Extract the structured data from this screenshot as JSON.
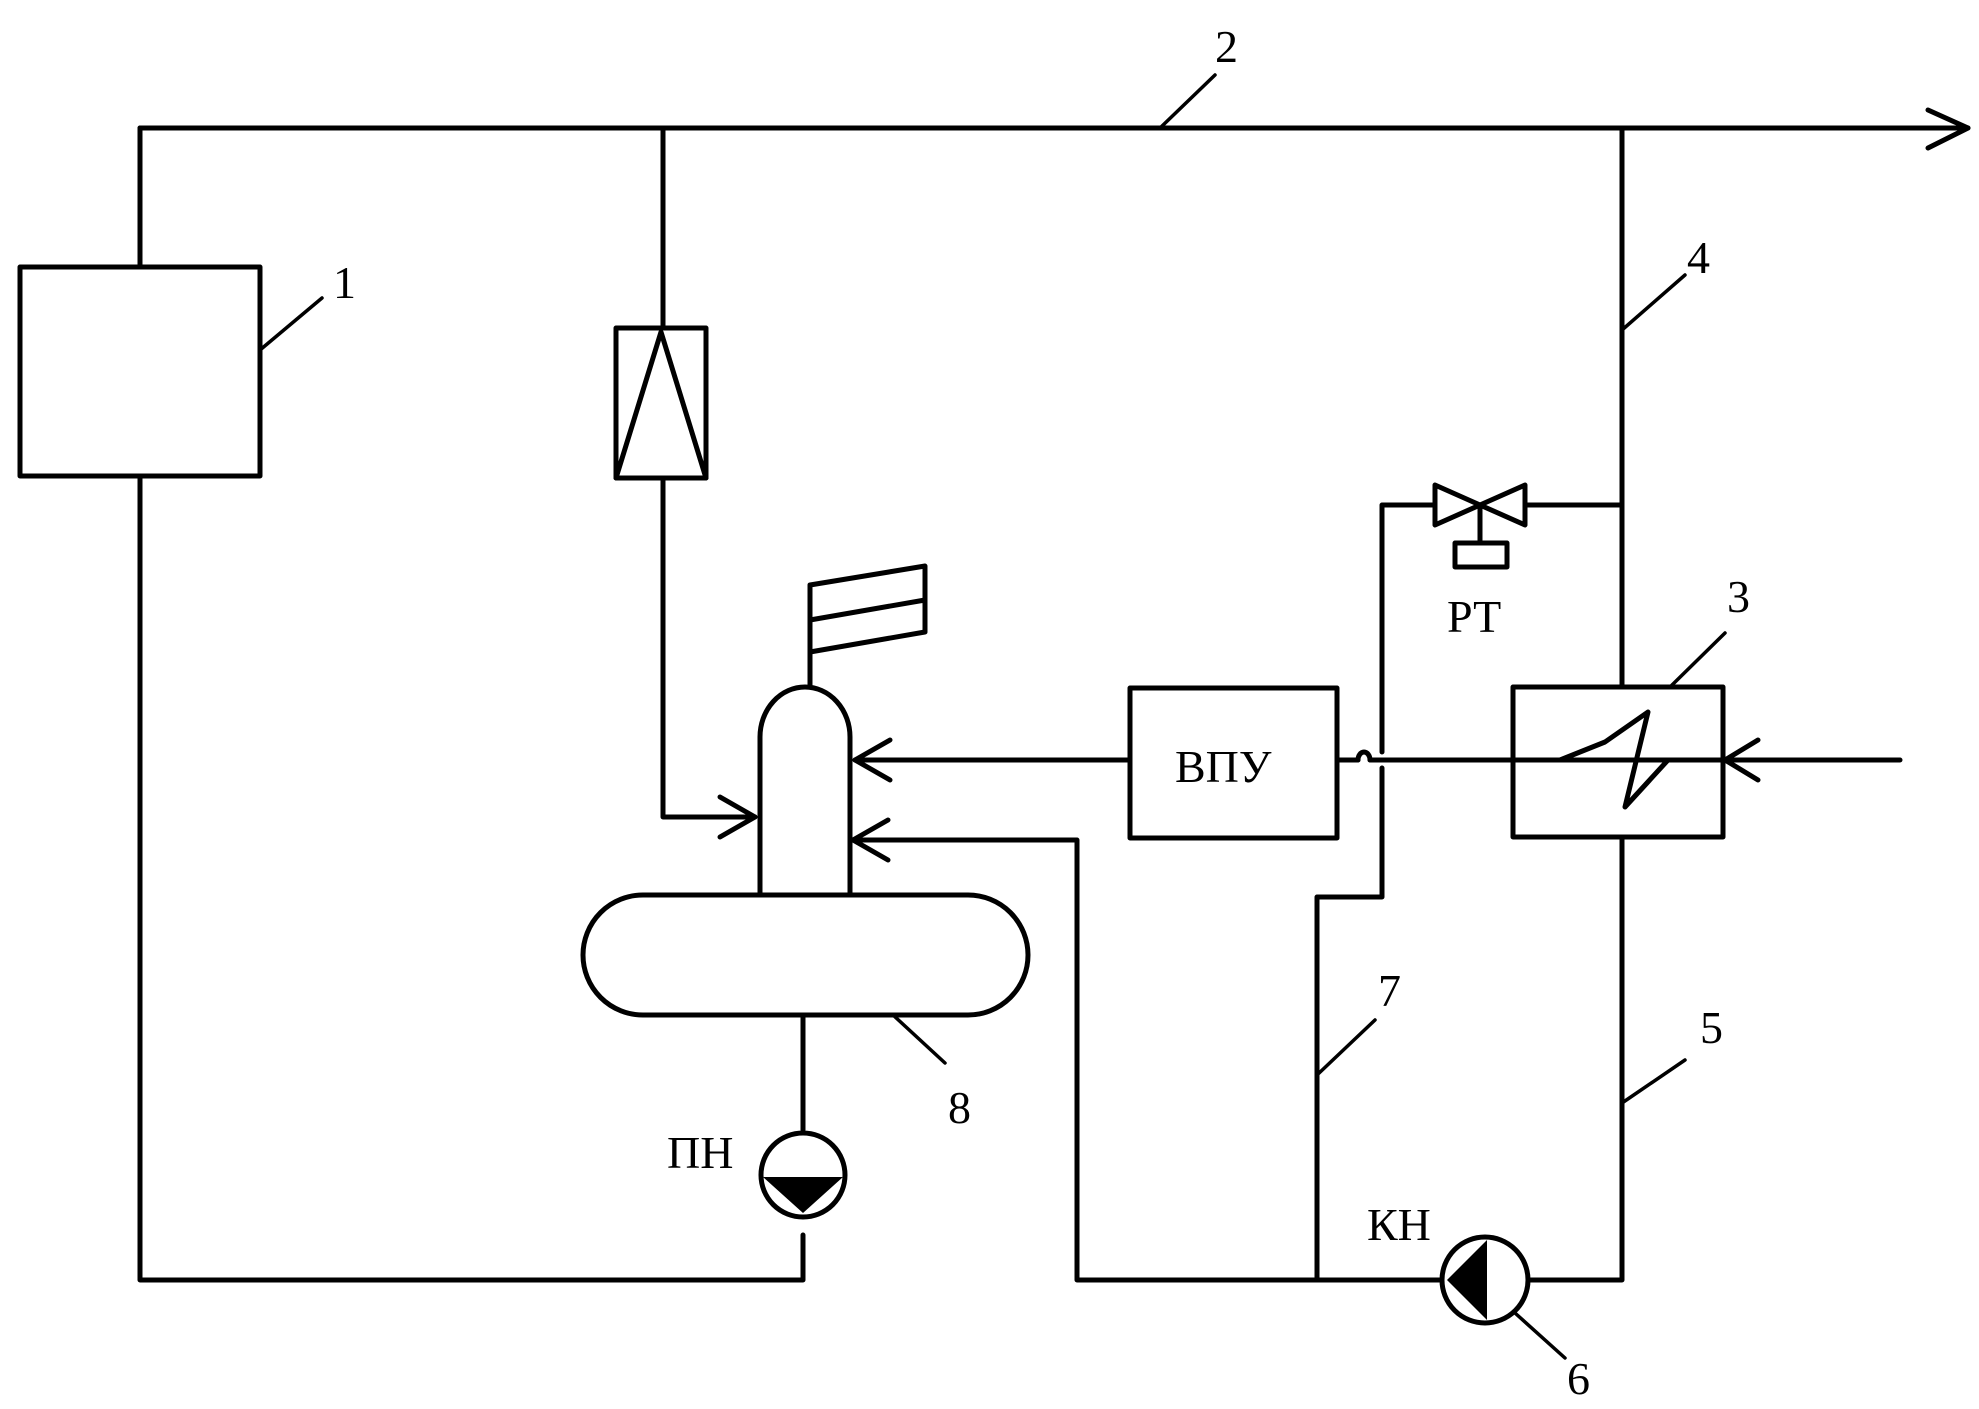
{
  "labels": {
    "n1": "1",
    "n2": "2",
    "n3": "3",
    "n4": "4",
    "n5": "5",
    "n6": "6",
    "n7": "7",
    "n8": "8",
    "pt": "РТ",
    "vpu": "ВПУ",
    "pn": "ПН",
    "kn": "КН"
  }
}
